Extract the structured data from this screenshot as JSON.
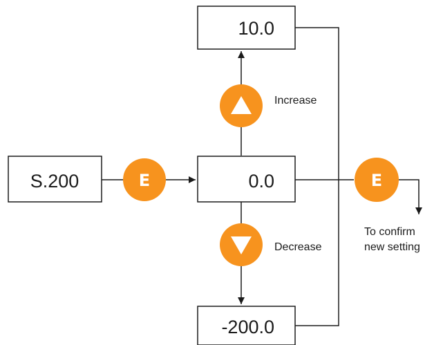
{
  "boxes": {
    "top_value": "10.0",
    "center_value": "0.0",
    "bottom_value": "-200.0",
    "left_value": "S.200"
  },
  "buttons": {
    "enter_left": "E",
    "enter_right": "E",
    "increase_icon": "triangle-up-icon",
    "decrease_icon": "triangle-down-icon"
  },
  "labels": {
    "increase": "Increase",
    "decrease": "Decrease",
    "confirm_line1": "To confirm",
    "confirm_line2": "new setting"
  },
  "colors": {
    "accent": "#f7931e",
    "line": "#1a1a1a",
    "box_border": "#1a1a1a"
  }
}
